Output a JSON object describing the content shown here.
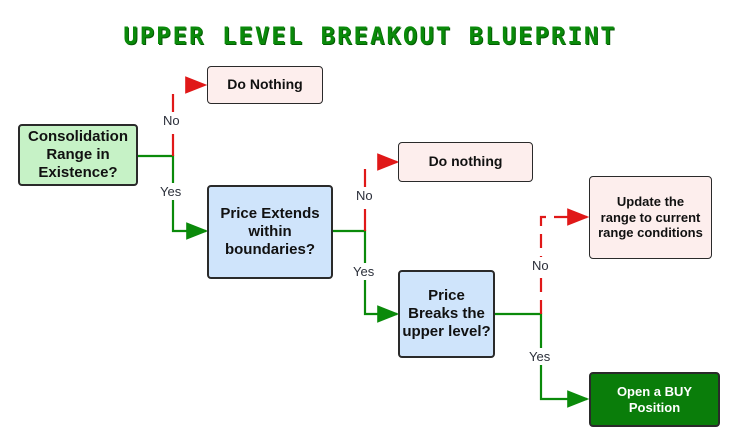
{
  "title": "UPPER LEVEL BREAKOUT BLUEPRINT",
  "colors": {
    "title": "#0a8a0a",
    "yes_line": "#0a8a0a",
    "no_line": "#e01818",
    "decision_green": "#c6f2c6",
    "decision_blue": "#cfe4fb",
    "action_pink": "#fdeeed",
    "action_dark": "#0a7d0a"
  },
  "nodes": {
    "consolidation": "Consolidation Range in Existence?",
    "do_nothing_1": "Do Nothing",
    "price_extends": "Price Extends within boundaries?",
    "do_nothing_2": "Do nothing",
    "price_breaks": "Price Breaks the upper level?",
    "update_range": "Update the range to current range conditions",
    "open_buy": "Open a BUY Position"
  },
  "edges": {
    "no_1": "No",
    "yes_1": "Yes",
    "no_2": "No",
    "yes_2": "Yes",
    "no_3": "No",
    "yes_3": "Yes"
  }
}
